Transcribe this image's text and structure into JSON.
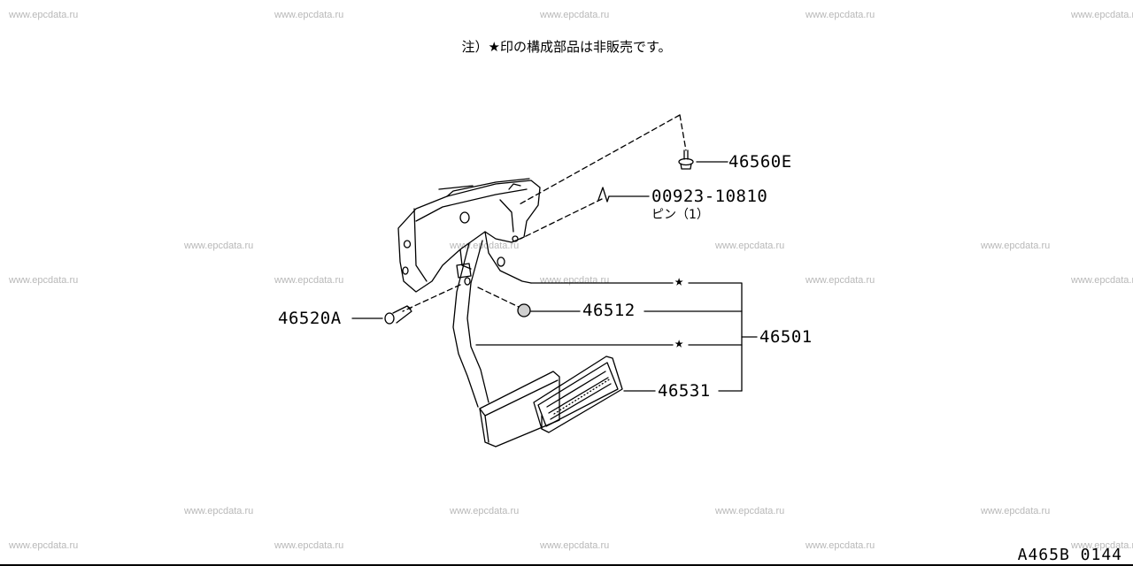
{
  "watermark": "www.epcdata.ru",
  "note": "注）★印の構成部品は非販売です。",
  "callouts": {
    "bolt_top": "46560E",
    "pin_number": "00923-10810",
    "pin_name": "ピン（1）",
    "bolt_left": "46520A",
    "bushing": "46512",
    "pedal_assy": "46501",
    "pad": "46531"
  },
  "star_marker": "★",
  "diagram_code": "A465B 0144"
}
